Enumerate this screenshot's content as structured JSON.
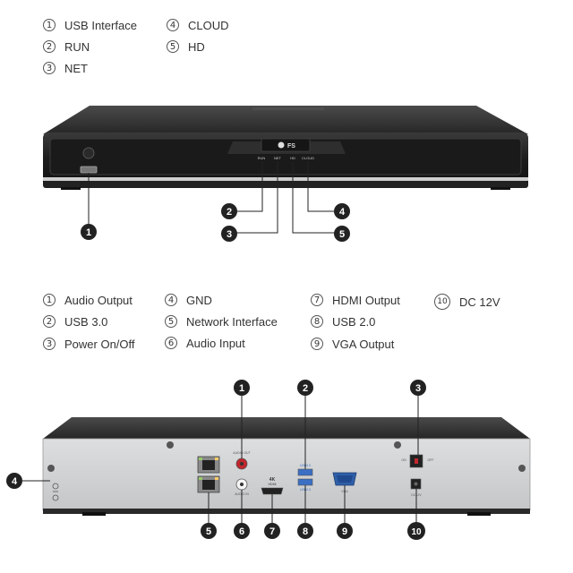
{
  "front_legend": [
    {
      "num": "1",
      "label": "USB Interface"
    },
    {
      "num": "2",
      "label": "RUN"
    },
    {
      "num": "3",
      "label": "NET"
    },
    {
      "num": "4",
      "label": "CLOUD"
    },
    {
      "num": "5",
      "label": "HD"
    }
  ],
  "rear_legend": [
    {
      "num": "1",
      "label": "Audio Output"
    },
    {
      "num": "2",
      "label": "USB 3.0"
    },
    {
      "num": "3",
      "label": "Power On/Off"
    },
    {
      "num": "4",
      "label": "GND"
    },
    {
      "num": "5",
      "label": "Network Interface"
    },
    {
      "num": "6",
      "label": "Audio Input"
    },
    {
      "num": "7",
      "label": "HDMI Output"
    },
    {
      "num": "8",
      "label": "USB 2.0"
    },
    {
      "num": "9",
      "label": "VGA Output"
    },
    {
      "num": "10",
      "label": "DC 12V"
    }
  ],
  "front_panel": {
    "logo": "FS",
    "indicators": [
      "RUN",
      "NET",
      "HD",
      "CLOUD"
    ]
  },
  "rear_panel": {
    "labels": {
      "audio_out": "AUDIO OUT",
      "audio_in": "AUDIO IN",
      "hdmi_4k": "4K",
      "hdmi": "HDMI",
      "usb3": "USB3.0",
      "usb2": "USB2.0",
      "vga": "VGA",
      "on": "ON",
      "off": "OFF",
      "dc": "DC12V"
    }
  },
  "callouts_front": [
    "1",
    "2",
    "3",
    "4",
    "5"
  ],
  "callouts_rear": [
    "1",
    "2",
    "3",
    "4",
    "5",
    "6",
    "7",
    "8",
    "9",
    "10"
  ],
  "colors": {
    "chassis": "#2b2b2b",
    "chassis_top": "#3a3a3a",
    "rear_plate": "#cfd1d3",
    "callout": "#222222",
    "accent_red": "#c0272d",
    "usb_blue": "#3a6fc4",
    "vga_blue": "#2f5fa8"
  }
}
